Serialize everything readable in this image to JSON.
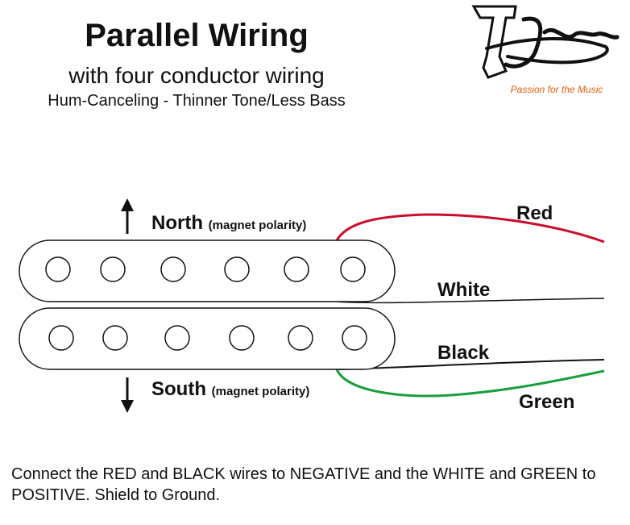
{
  "header": {
    "title": "Parallel Wiring",
    "subtitle": "with four conductor wiring",
    "tagline": "Hum-Canceling - Thinner Tone/Less Bass"
  },
  "logo": {
    "slogan": "Passion for the Music",
    "accent_color": "#e8590c"
  },
  "pickup": {
    "north_label": "North",
    "north_note": "(magnet polarity)",
    "south_label": "South",
    "south_note": "(magnet polarity)"
  },
  "wires": {
    "red": {
      "label": "Red",
      "color": "#c8102e"
    },
    "white": {
      "label": "White",
      "color": "#111111"
    },
    "black": {
      "label": "Black",
      "color": "#111111"
    },
    "green": {
      "label": "Green",
      "color": "#1a9e3e"
    }
  },
  "footer": {
    "instructions": "Connect the RED and BLACK wires to NEGATIVE and the WHITE and GREEN to POSITIVE. Shield to Ground."
  }
}
